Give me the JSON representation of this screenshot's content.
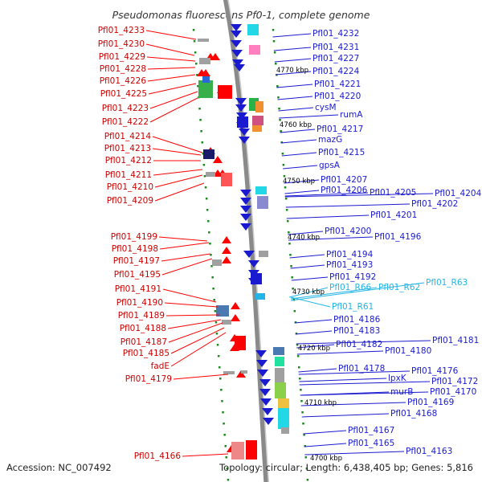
{
  "title": "Pseudomonas fluorescens Pf0-1, complete genome",
  "footer": {
    "accession": "Accession: NC_007492",
    "topology": "Topology: circular; Length: 6,438,405 bp; Genes: 5,816"
  },
  "colors": {
    "forward_strand": "#ff0000",
    "reverse_strand": "#1a1ad0",
    "rna": "#22b4e6",
    "backbone": "#8a8a8a",
    "ticks": "#1a8a1a"
  },
  "left_labels": [
    "Pfl01_4233",
    "Pfl01_4230",
    "Pfl01_4229",
    "Pfl01_4228",
    "Pfl01_4226",
    "Pfl01_4225",
    "Pfl01_4223",
    "Pfl01_4222",
    "Pfl01_4214",
    "Pfl01_4213",
    "Pfl01_4212",
    "Pfl01_4211",
    "Pfl01_4210",
    "Pfl01_4209",
    "Pfl01_4199",
    "Pfl01_4198",
    "Pfl01_4197",
    "Pfl01_4195",
    "Pfl01_4191",
    "Pfl01_4190",
    "Pfl01_4189",
    "Pfl01_4188",
    "Pfl01_4187",
    "Pfl01_4185",
    "fadE",
    "Pfl01_4179",
    "Pfl01_4166"
  ],
  "right_labels": [
    "Pfl01_4232",
    "Pfl01_4231",
    "Pfl01_4227",
    "Pfl01_4224",
    "Pfl01_4221",
    "Pfl01_4220",
    "cysM",
    "rumA",
    "Pfl01_4217",
    "mazG",
    "Pfl01_4215",
    "gpsA",
    "Pfl01_4207",
    "Pfl01_4206",
    "Pfl01_4205",
    "Pfl01_4204",
    "Pfl01_4202",
    "Pfl01_4201",
    "Pfl01_4200",
    "Pfl01_4196",
    "Pfl01_4194",
    "Pfl01_4193",
    "Pfl01_4192",
    "Pfl01_4186",
    "Pfl01_4183",
    "Pfl01_4182",
    "Pfl01_4181",
    "Pfl01_4180",
    "Pfl01_4178",
    "Pfl01_4176",
    "lpxK",
    "Pfl01_4172",
    "murB",
    "Pfl01_4170",
    "Pfl01_4169",
    "Pfl01_4168",
    "Pfl01_4167",
    "Pfl01_4165",
    "Pfl01_4163"
  ],
  "rna_labels": [
    "Pfl01_R66",
    "Pfl01_R62",
    "Pfl01_R63",
    "Pfl01_R61"
  ],
  "kbp_labels": [
    "4770 kbp",
    "4760 kbp",
    "4750 kbp",
    "4740 kbp",
    "4730 kbp",
    "4720 kbp",
    "4710 kbp",
    "4700 kbp"
  ]
}
